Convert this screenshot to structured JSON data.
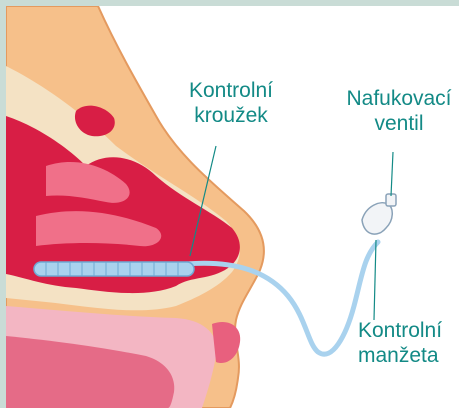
{
  "labels": {
    "ring": {
      "line1": "Kontrolní",
      "line2": "kroužek"
    },
    "valve": {
      "line1": "Nafukovací",
      "line2": "ventil"
    },
    "cuff": {
      "line1": "Kontrolní",
      "line2": "manžeta"
    }
  },
  "colors": {
    "frame": "#c9dcd6",
    "label": "#138a86",
    "skin": "#f6c08a",
    "tissue": "#d81e45",
    "tube": "#a9d2ee"
  }
}
